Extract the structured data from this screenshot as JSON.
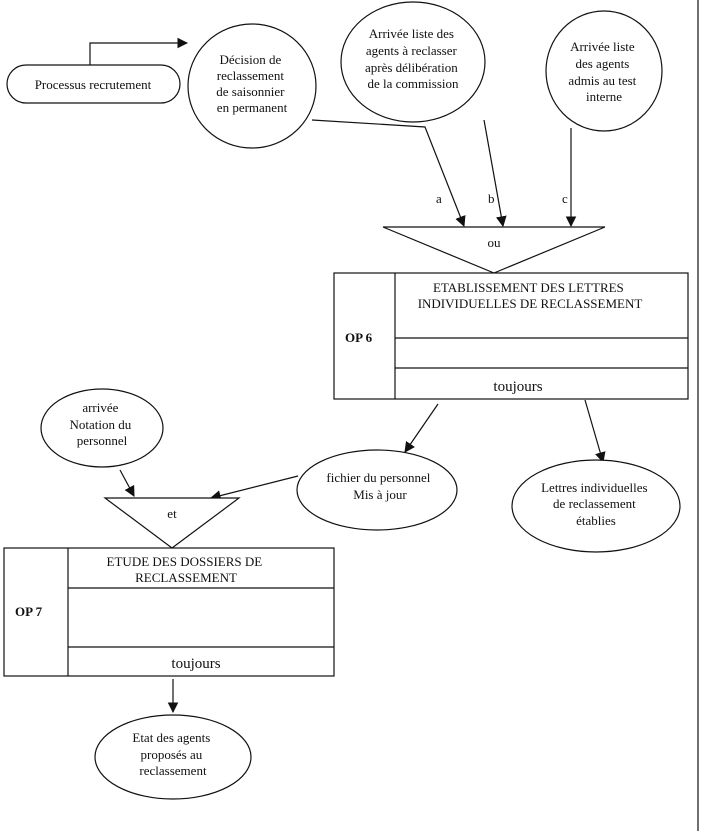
{
  "nodes": {
    "processus_recrutement": [
      "Processus recrutement"
    ],
    "decision_reclassement": [
      "Décision de",
      "reclassement",
      "de saisonnier",
      "en permanent"
    ],
    "arrivee_liste_reclasser": [
      "Arrivée liste des",
      "agents à reclasser",
      "après délibération",
      "de la commission"
    ],
    "arrivee_liste_admis": [
      "Arrivée liste",
      "des agents",
      "admis au test",
      "interne"
    ],
    "arrivee_notation": [
      "arrivée",
      "Notation du",
      "personnel"
    ],
    "fichier_personnel": [
      "fichier du personnel",
      "Mis à jour"
    ],
    "lettres_etablies": [
      "Lettres individuelles",
      "de reclassement",
      "établies"
    ],
    "etat_agents": [
      "Etat des agents",
      "proposés au",
      "reclassement"
    ]
  },
  "branch_labels": {
    "a": "a",
    "b": "b",
    "c": "c"
  },
  "sync": {
    "op6": "ou",
    "op7": "et"
  },
  "operations": {
    "op6": {
      "id": "OP 6",
      "title": [
        "ETABLISSEMENT DES LETTRES",
        "INDIVIDUELLES DE RECLASSEMENT"
      ],
      "rule": "toujours"
    },
    "op7": {
      "id": "OP 7",
      "title": [
        "ETUDE DES DOSSIERS DE",
        "RECLASSEMENT"
      ],
      "rule": "toujours"
    }
  }
}
